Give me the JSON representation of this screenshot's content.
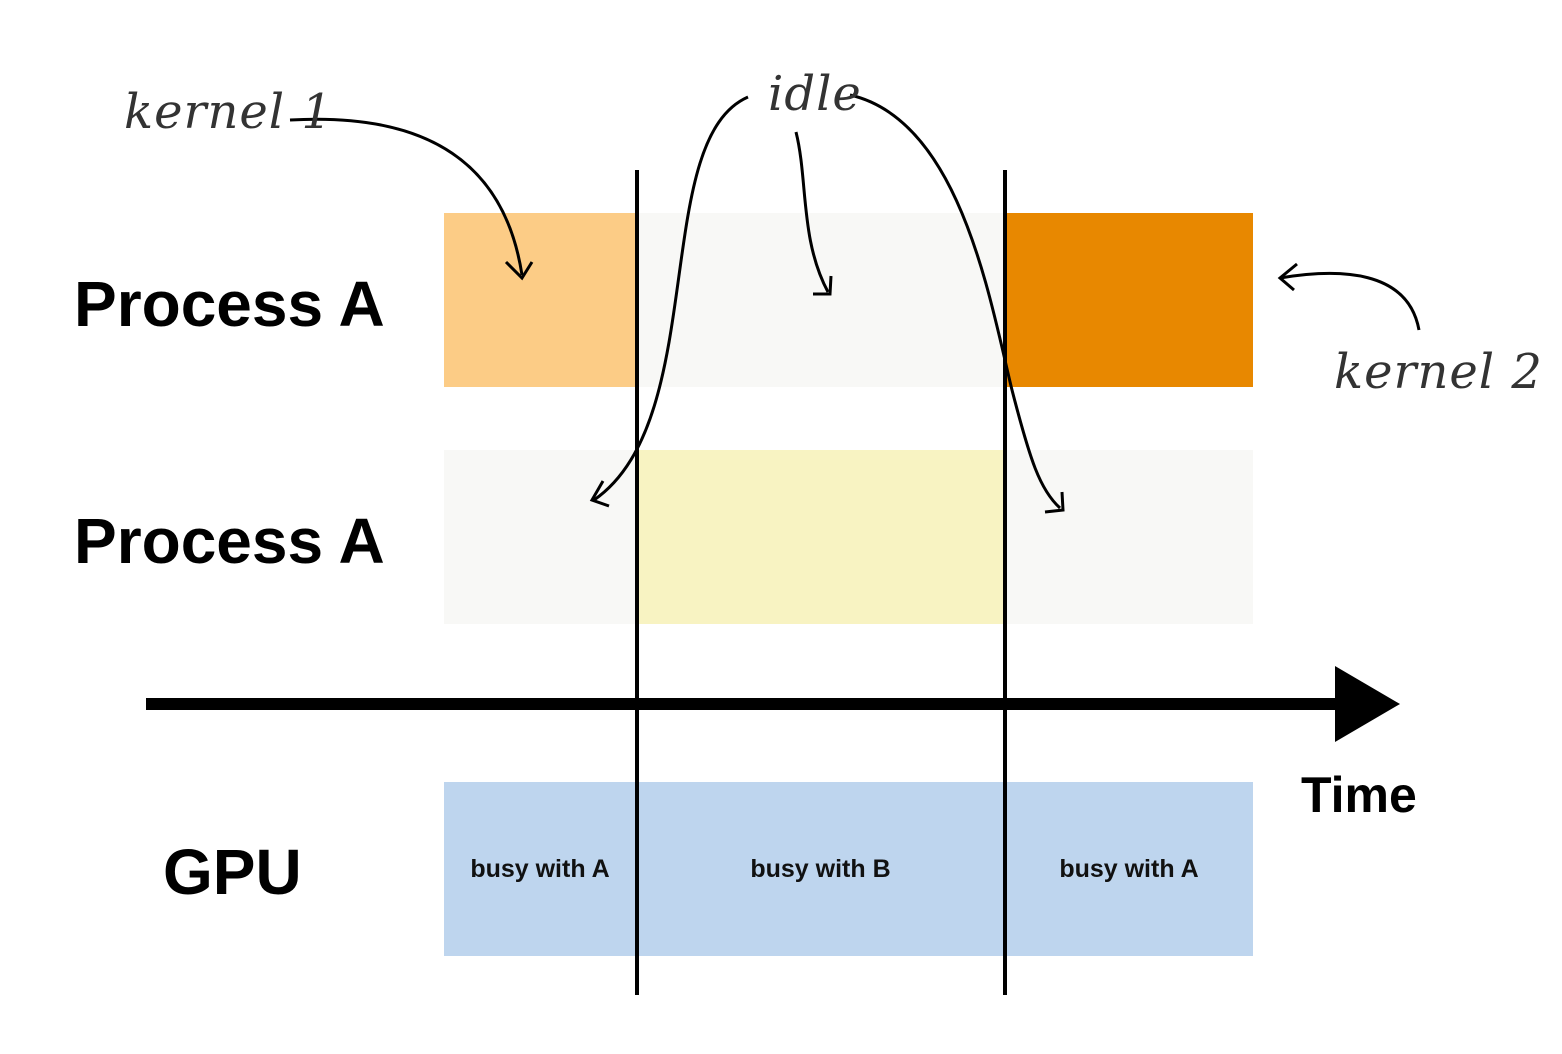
{
  "rows": {
    "process_a_top": "Process A",
    "process_a_bottom": "Process A",
    "gpu": "GPU"
  },
  "axis": {
    "label": "Time"
  },
  "gpu_segments": [
    {
      "label": "busy with A"
    },
    {
      "label": "busy with B"
    },
    {
      "label": "busy with A"
    }
  ],
  "annotations": {
    "kernel_1": "kernel 1",
    "idle": "idle",
    "kernel_2": "kernel 2"
  },
  "colors": {
    "kernel_1": "#FCCC86",
    "kernel_2": "#E88800",
    "idle": "#F8F8F6",
    "process_b_active": "#F8F3C2",
    "gpu": "#BED5EE",
    "ink": "#000000"
  }
}
